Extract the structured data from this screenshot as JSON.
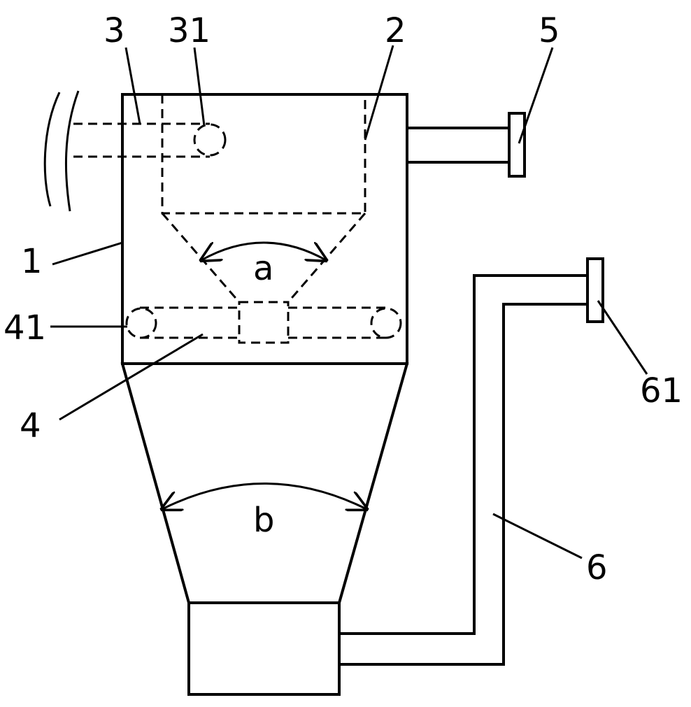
{
  "labels": {
    "l1": "1",
    "l2": "2",
    "l3": "3",
    "l31": "31",
    "l4": "4",
    "l41": "41",
    "l5": "5",
    "l6": "6",
    "l61": "61",
    "angle_a": "a",
    "angle_b": "b"
  }
}
